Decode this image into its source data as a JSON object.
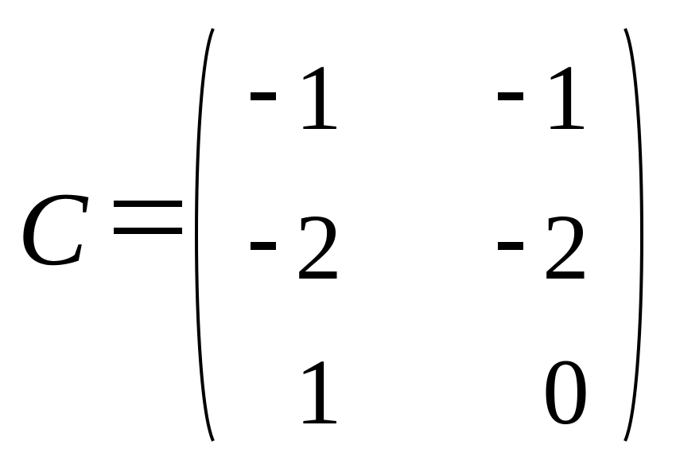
{
  "formula": {
    "variable": "C",
    "equals": "=",
    "matrix": [
      [
        "- 1",
        "- 1"
      ],
      [
        "- 2",
        "- 2"
      ],
      [
        "1",
        "0"
      ]
    ]
  }
}
